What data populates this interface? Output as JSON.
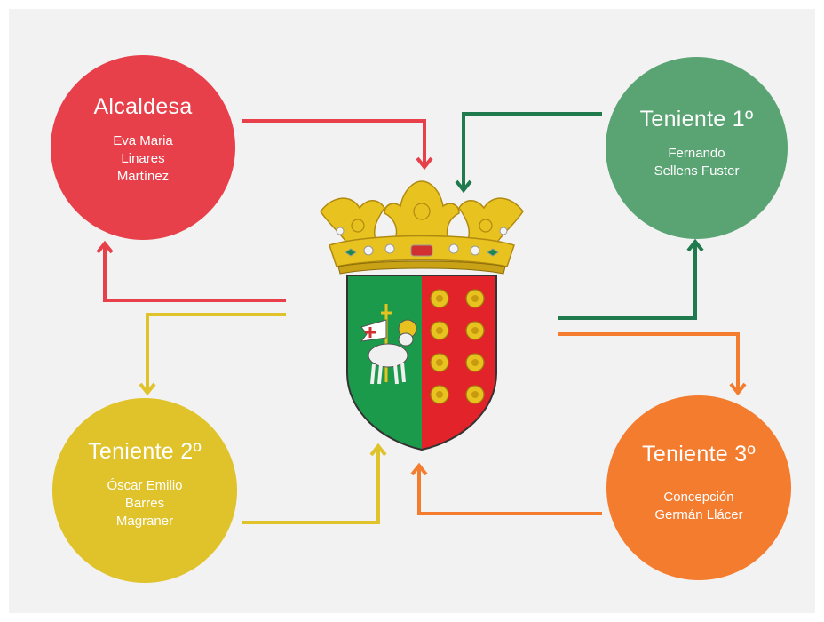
{
  "nodes": {
    "alcaldesa": {
      "role": "Alcaldesa",
      "name_lines": [
        "Eva Maria",
        "Linares",
        "Martínez"
      ]
    },
    "teniente1": {
      "role": "Teniente 1º",
      "name_lines": [
        "Fernando",
        "Sellens Fuster"
      ]
    },
    "teniente2": {
      "role": "Teniente 2º",
      "name_lines": [
        "Óscar Emilio",
        "Barres",
        "Magraner"
      ]
    },
    "teniente3": {
      "role": "Teniente 3º",
      "name_lines": [
        "Concepción",
        "Germán Llácer"
      ]
    }
  },
  "colors": {
    "background": "#f2f2f2",
    "alcaldesa": "#e8404a",
    "teniente1": "#5aa474",
    "teniente1_arrow": "#1f7a4d",
    "teniente2": "#e0c22a",
    "teniente3": "#f47c2f",
    "shield_green": "#1a9a4a",
    "shield_red": "#e2232a",
    "crown_gold": "#e8c21f"
  },
  "icons": {
    "center": "coat-of-arms-icon"
  }
}
